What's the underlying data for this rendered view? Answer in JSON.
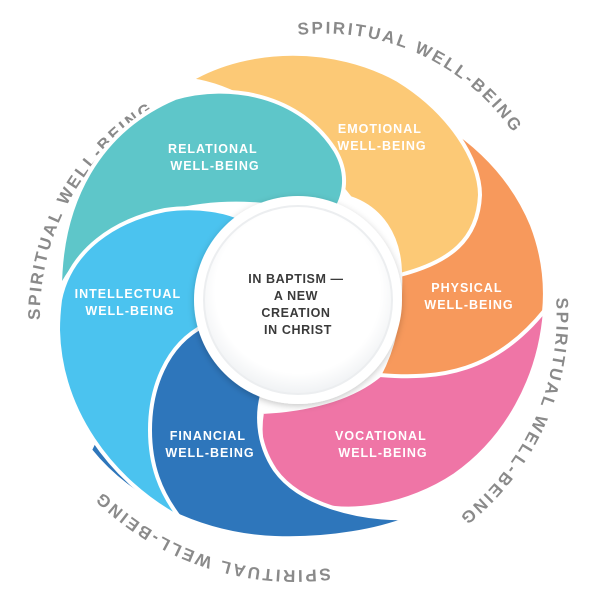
{
  "outer_label": "SPIRITUAL WELL-BEING",
  "segments": [
    {
      "line1": "RELATIONAL",
      "line2": "WELL-BEING",
      "color": "#5ec6c9"
    },
    {
      "line1": "EMOTIONAL",
      "line2": "WELL-BEING",
      "color": "#fcc976"
    },
    {
      "line1": "PHYSICAL",
      "line2": "WELL-BEING",
      "color": "#f7995c"
    },
    {
      "line1": "VOCATIONAL",
      "line2": "WELL-BEING",
      "color": "#ef75a6"
    },
    {
      "line1": "FINANCIAL",
      "line2": "WELL-BEING",
      "color": "#2e76bb"
    },
    {
      "line1": "INTELLECTUAL",
      "line2": "WELL-BEING",
      "color": "#4bc3ef"
    }
  ],
  "center": {
    "line1": "IN BAPTISM —",
    "line2": "A NEW",
    "line3": "CREATION",
    "line4": "IN CHRIST"
  },
  "colors": {
    "outer_text": "#8a8a8a",
    "center_fill": "#ffffff",
    "center_ring": "#eceef0",
    "center_text": "#3a3a3a"
  }
}
